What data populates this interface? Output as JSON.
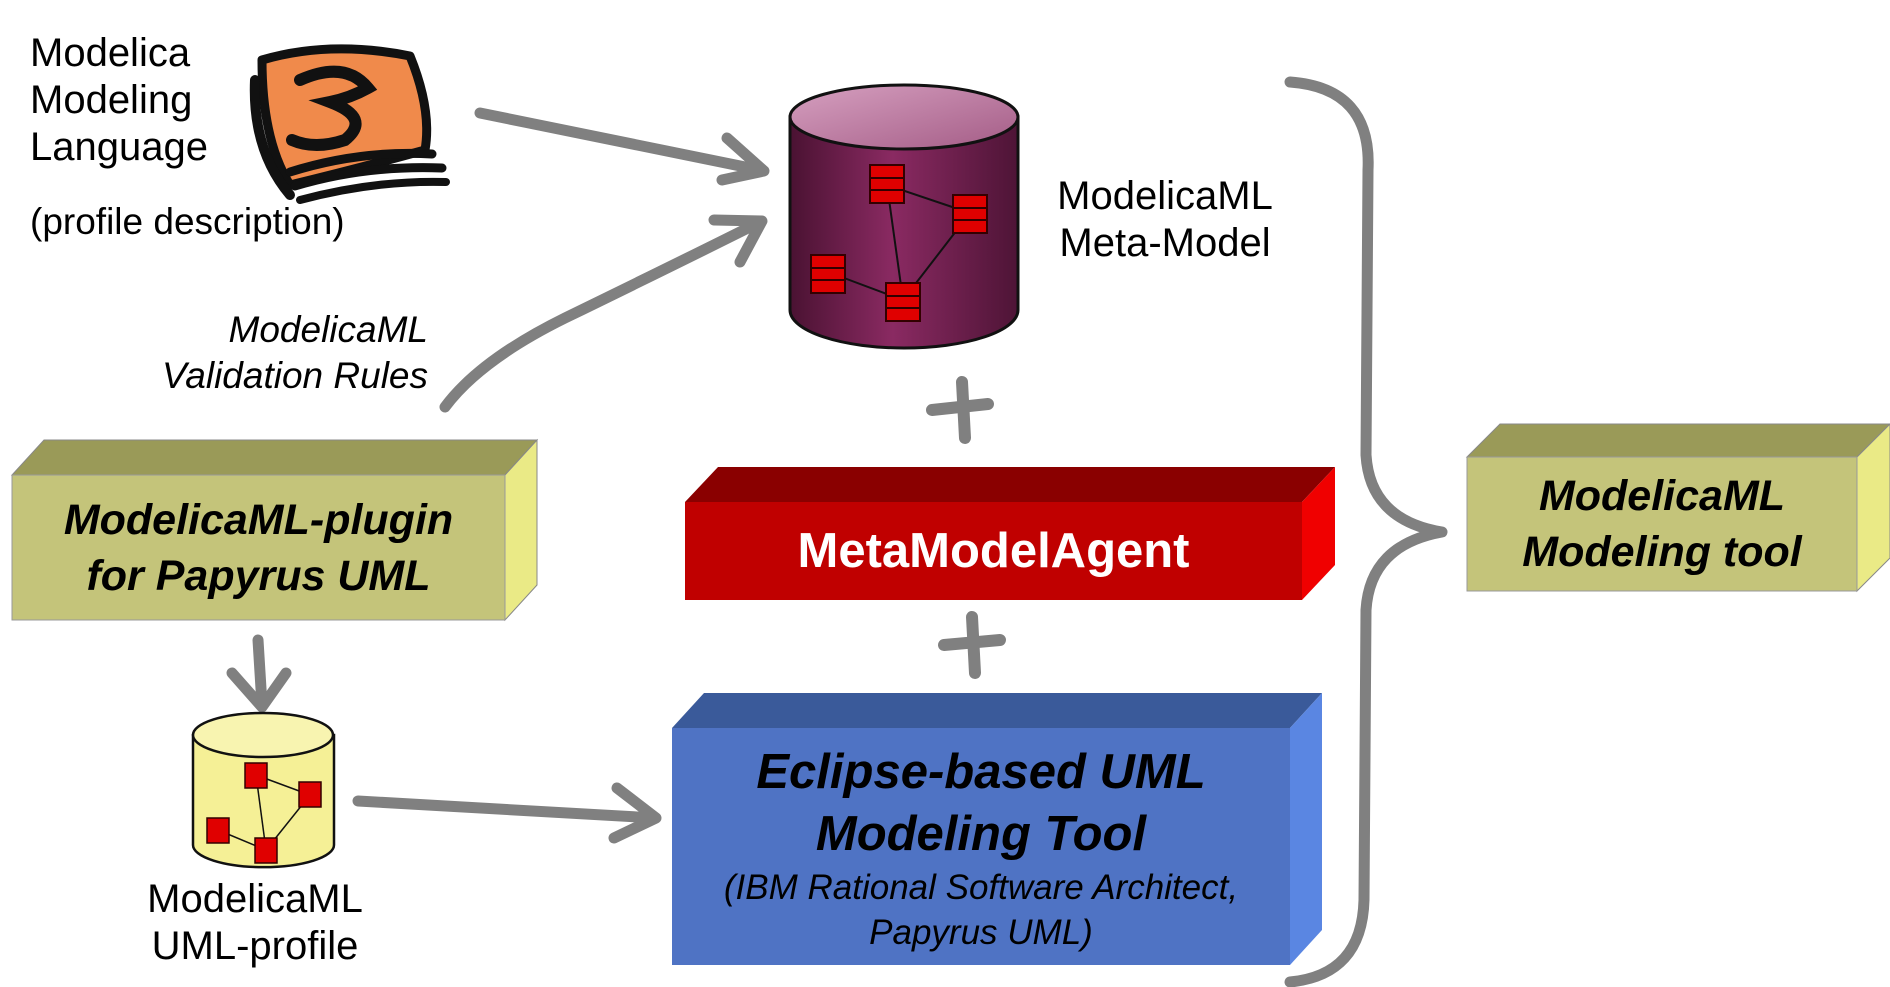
{
  "modelica_language": {
    "lines": [
      "Modelica",
      "Modeling",
      "Language"
    ],
    "note": "(profile description)"
  },
  "validation_rules": {
    "line1": "ModelicaML",
    "line2": "Validation Rules"
  },
  "plugin_box": {
    "line1": "ModelicaML-plugin",
    "line2": "for Papyrus UML",
    "fill": "#c4c47a"
  },
  "uml_profile": {
    "line1": "ModelicaML",
    "line2": "UML-profile"
  },
  "meta_model": {
    "line1": "ModelicaML",
    "line2": "Meta-Model"
  },
  "plus_sign": "+",
  "agent_box": {
    "label": "MetaModelAgent",
    "fill": "#c00000"
  },
  "uml_tool_box": {
    "line1": "Eclipse-based UML",
    "line2": "Modeling Tool",
    "sub1": "(IBM Rational Software Architect,",
    "sub2": "Papyrus UML)",
    "fill": "#4f73c4"
  },
  "result_box": {
    "line1": "ModelicaML",
    "line2": "Modeling tool",
    "fill": "#c4c47a"
  },
  "colors": {
    "arrow": "#808080",
    "icon_orange": "#f08a4b",
    "cylinder_purple": "#7a2455",
    "cylinder_yellow": "#f5f096",
    "element_red": "#e00000"
  }
}
